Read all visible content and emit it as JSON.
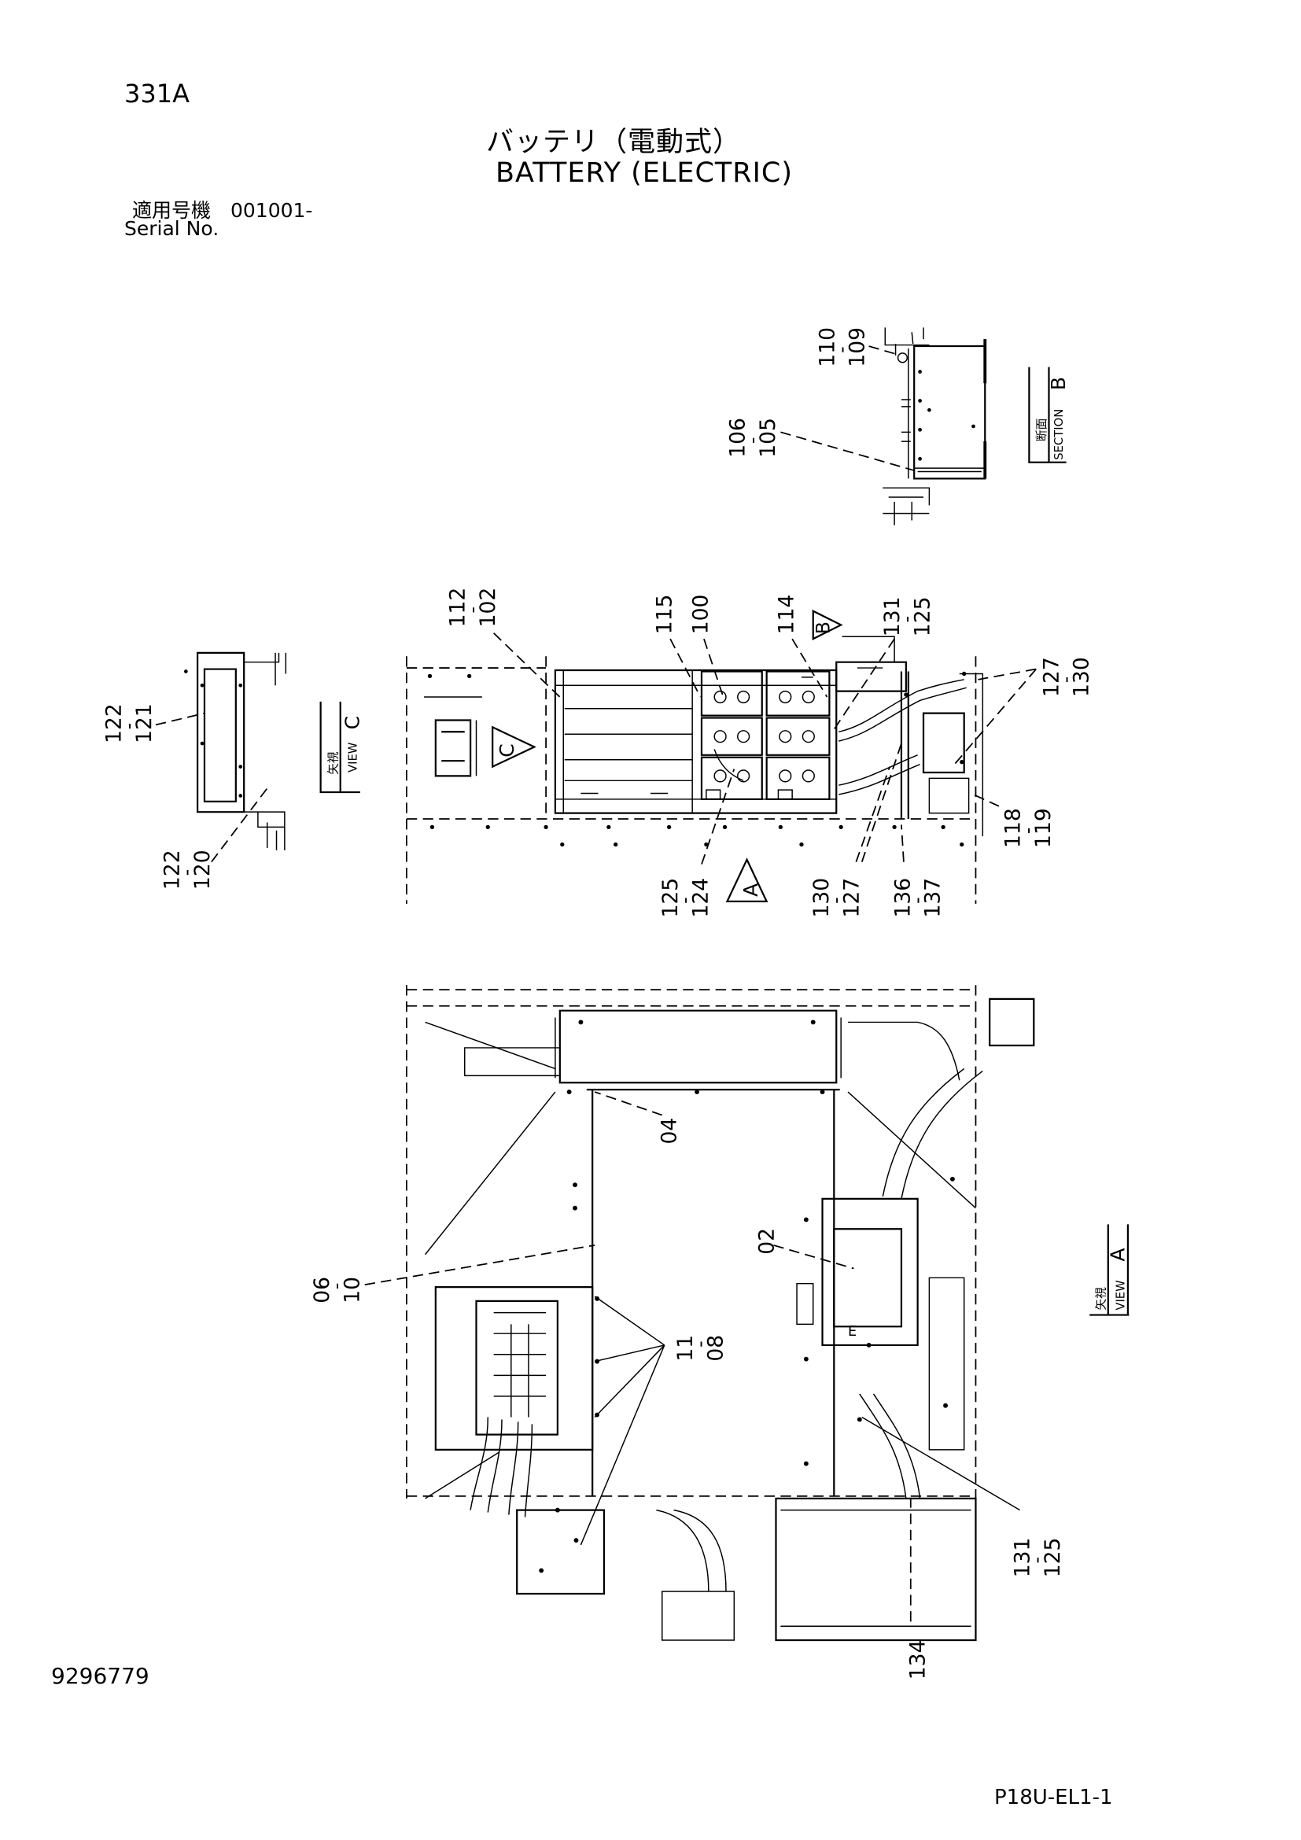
{
  "header": {
    "page_code": "331A",
    "title_jp": "バッテリ（電動式）",
    "title_en": "BATTERY (ELECTRIC)",
    "serial_jp": "適用号機　001001-",
    "serial_en": "Serial No."
  },
  "views": {
    "section_b": {
      "kanji": "断面",
      "label": "SECTION",
      "letter": "B"
    },
    "view_c": {
      "kanji": "矢視",
      "label": "VIEW",
      "letter": "C"
    },
    "view_a": {
      "kanji": "矢視",
      "label": "VIEW",
      "letter": "A"
    }
  },
  "arrows": {
    "a": "A",
    "b": "B",
    "c": "C"
  },
  "callouts": {
    "section_b": [
      {
        "id": "110-109",
        "top": "110",
        "bottom": "109"
      },
      {
        "id": "106-105",
        "top": "106",
        "bottom": "105"
      }
    ],
    "view_c": [
      {
        "id": "122-121",
        "top": "122",
        "bottom": "121"
      },
      {
        "id": "122-120",
        "top": "122",
        "bottom": "120"
      }
    ],
    "middle": [
      {
        "id": "112-102",
        "top": "112",
        "bottom": "102"
      },
      {
        "id": "115",
        "top": "115"
      },
      {
        "id": "100",
        "top": "100"
      },
      {
        "id": "114",
        "top": "114"
      },
      {
        "id": "131-125-top",
        "top": "131",
        "bottom": "125"
      },
      {
        "id": "127-130",
        "top": "127",
        "bottom": "130"
      },
      {
        "id": "118-119",
        "top": "118",
        "bottom": "119"
      },
      {
        "id": "125-124",
        "top": "125",
        "bottom": "124"
      },
      {
        "id": "130-127",
        "top": "130",
        "bottom": "127"
      },
      {
        "id": "136-137",
        "top": "136",
        "bottom": "137"
      }
    ],
    "lower": [
      {
        "id": "04",
        "top": "04"
      },
      {
        "id": "02",
        "top": "02"
      },
      {
        "id": "06-10",
        "top": "06",
        "bottom": "10"
      },
      {
        "id": "11-08",
        "top": "11",
        "bottom": "08"
      },
      {
        "id": "131-125-bottom",
        "top": "131",
        "bottom": "125"
      },
      {
        "id": "134",
        "top": "134"
      }
    ]
  },
  "marking_e": "E",
  "footer": {
    "doc_number": "9296779",
    "sheet_code": "P18U-EL1-1"
  }
}
